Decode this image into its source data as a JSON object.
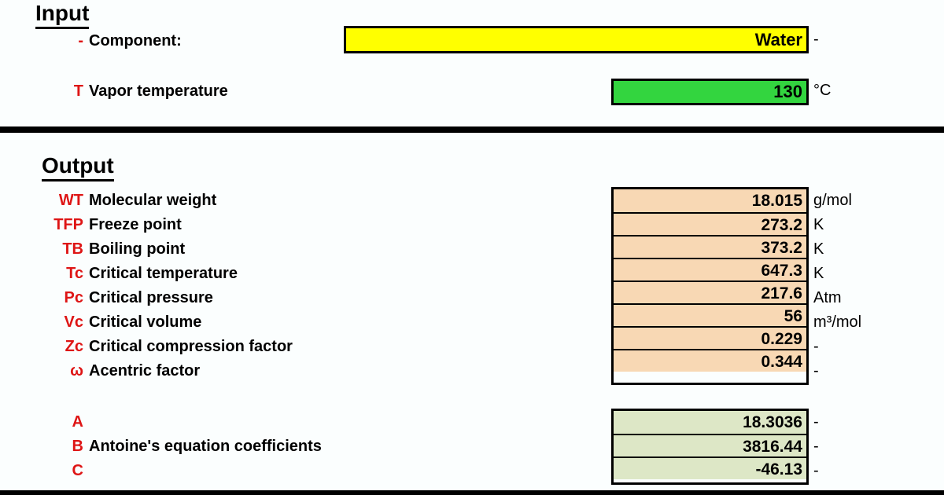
{
  "header": {
    "input_heading": "Input",
    "output_heading": "Output"
  },
  "input": {
    "component": {
      "symbol": "-",
      "label": "Component:",
      "value": "Water",
      "unit": "-"
    },
    "vapor_temperature": {
      "symbol": "T",
      "label": "Vapor temperature",
      "value": "130",
      "unit": "°C"
    }
  },
  "output": {
    "properties": [
      {
        "symbol": "WT",
        "label": "Molecular weight",
        "value": "18.015",
        "unit": "g/mol"
      },
      {
        "symbol": "TFP",
        "label": "Freeze point",
        "value": "273.2",
        "unit": "K"
      },
      {
        "symbol": "TB",
        "label": "Boiling point",
        "value": "373.2",
        "unit": "K"
      },
      {
        "symbol": "Tc",
        "label": "Critical temperature",
        "value": "647.3",
        "unit": "K"
      },
      {
        "symbol": "Pc",
        "label": "Critical pressure",
        "value": "217.6",
        "unit": "Atm"
      },
      {
        "symbol": "Vc",
        "label": "Critical volume",
        "value": "56",
        "unit": "m³/mol"
      },
      {
        "symbol": "Zc",
        "label": "Critical compression factor",
        "value": "0.229",
        "unit": "-"
      },
      {
        "symbol": "ω",
        "label": "Acentric factor",
        "value": "0.344",
        "unit": "-"
      }
    ],
    "antoine": {
      "label": "Antoine's equation coefficients",
      "coefficients": [
        {
          "symbol": "A",
          "value": "18.3036",
          "unit": "-"
        },
        {
          "symbol": "B",
          "value": "3816.44",
          "unit": "-"
        },
        {
          "symbol": "C",
          "value": "-46.13",
          "unit": "-"
        }
      ]
    }
  },
  "colors": {
    "input_component_box": "#FFFF00",
    "input_temperature_box": "#33D53F",
    "output_property_box": "#F8D8B4",
    "antoine_box": "#DDE7C6",
    "symbol_red": "#DE1515",
    "page_bg": "#FBFEFE"
  }
}
